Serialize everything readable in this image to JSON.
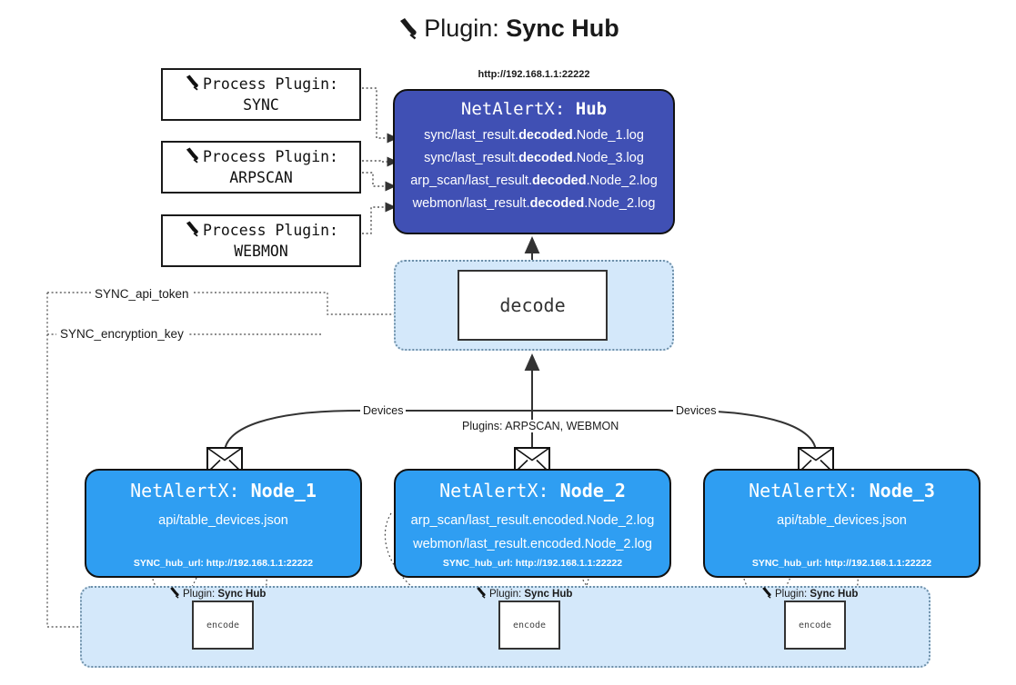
{
  "title": {
    "icon": "plug-icon",
    "prefix": "Plugin:",
    "name": "Sync Hub"
  },
  "process_plugins": [
    {
      "icon": "plug-icon",
      "line1": "Process Plugin:",
      "line2": "SYNC"
    },
    {
      "icon": "plug-icon",
      "line1": "Process Plugin:",
      "line2": "ARPSCAN"
    },
    {
      "icon": "plug-icon",
      "line1": "Process Plugin:",
      "line2": "WEBMON"
    }
  ],
  "hub": {
    "url": "http://192.168.1.1:22222",
    "title_prefix": "NetAlertX:",
    "title_name": "Hub",
    "lines": [
      {
        "pre": "sync/last_result.",
        "bold": "decoded",
        "post": ".Node_1.log"
      },
      {
        "pre": "sync/last_result.",
        "bold": "decoded",
        "post": ".Node_3.log"
      },
      {
        "pre": "arp_scan/last_result.",
        "bold": "decoded",
        "post": ".Node_2.log"
      },
      {
        "pre": "webmon/last_result.",
        "bold": "decoded",
        "post": ".Node_2.log"
      }
    ]
  },
  "decode": {
    "label": "decode"
  },
  "params": [
    {
      "label": "SYNC_api_token"
    },
    {
      "label": "SYNC_encryption_key"
    }
  ],
  "edge_labels": {
    "left_devices": "Devices",
    "center_plugins": "Plugins: ARPSCAN, WEBMON",
    "right_devices": "Devices"
  },
  "nodes": [
    {
      "title_prefix": "NetAlertX:",
      "title_name": "Node_1",
      "lines": [
        "api/table_devices.json"
      ],
      "footer": "SYNC_hub_url: http://192.168.1.1:22222",
      "icon": "envelope-icon"
    },
    {
      "title_prefix": "NetAlertX:",
      "title_name": "Node_2",
      "lines": [
        "arp_scan/last_result.encoded.Node_2.log",
        "webmon/last_result.encoded.Node_2.log"
      ],
      "footer": "SYNC_hub_url: http://192.168.1.1:22222",
      "icon": "envelope-icon"
    },
    {
      "title_prefix": "NetAlertX:",
      "title_name": "Node_3",
      "lines": [
        "api/table_devices.json"
      ],
      "footer": "SYNC_hub_url: http://192.168.1.1:22222",
      "icon": "envelope-icon"
    }
  ],
  "encoders": [
    {
      "caption_prefix": "Plugin:",
      "caption_name": "Sync Hub",
      "label": "encode",
      "icon": "plug-icon"
    },
    {
      "caption_prefix": "Plugin:",
      "caption_name": "Sync Hub",
      "label": "encode",
      "icon": "plug-icon"
    },
    {
      "caption_prefix": "Plugin:",
      "caption_name": "Sync Hub",
      "label": "encode",
      "icon": "plug-icon"
    }
  ],
  "colors": {
    "hub_fill": "#4050b4",
    "node_fill": "#2f9ef2",
    "zone_fill": "#d4e8fa",
    "stroke": "#111111"
  }
}
